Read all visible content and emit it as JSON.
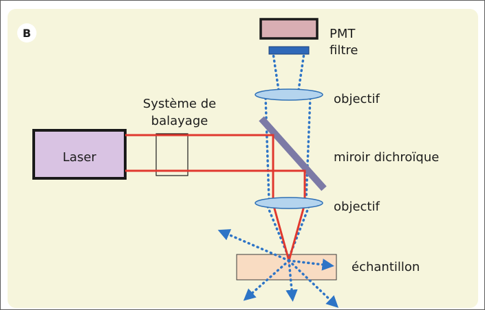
{
  "panel_label": "B",
  "labels": {
    "laser": "Laser",
    "scanning_system": "Système de balayage",
    "pmt": "PMT",
    "filter": "filtre",
    "objective_top": "objectif",
    "dichroic_mirror": "miroir dichroïque",
    "objective_bottom": "objectif",
    "sample": "échantillon"
  },
  "colors": {
    "background_panel": "#f6f5dc",
    "laser_box": "#d9c3e3",
    "pmt_box": "#d9aeb3",
    "filter": "#2f68b8",
    "lens": "#b4d4ee",
    "mirror": "#7c7aa6",
    "sample": "#f9dcc2",
    "laser_beam": "#e0382e",
    "emission_rays": "#2d74c6"
  }
}
